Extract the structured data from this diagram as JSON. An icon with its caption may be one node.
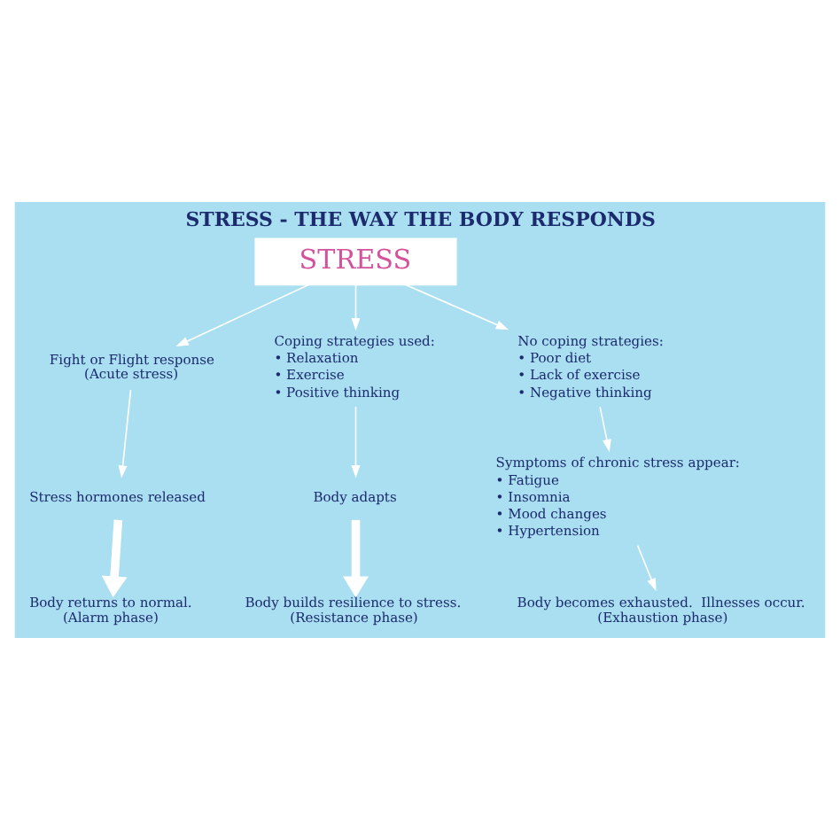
{
  "diagram": {
    "title": "STRESS - THE WAY THE BODY RESPONDS",
    "nodes": [
      {
        "text": [
          "STRESS"
        ]
      },
      {
        "text": [
          "Fight or Flight response",
          "(Acute stress)"
        ]
      },
      {
        "text": [
          "Stress hormones released"
        ]
      },
      {
        "text": [
          "Body returns to normal.",
          "(Alarm phase)"
        ]
      },
      {
        "text": [
          "Coping strategies used:",
          "• Relaxation",
          "• Exercise",
          "• Positive thinking"
        ]
      },
      {
        "text": [
          "Body adapts"
        ]
      },
      {
        "text": [
          "Body builds resilience to stress.",
          "(Resistance phase)"
        ]
      },
      {
        "text": [
          "No coping strategies:",
          "• Poor diet",
          "• Lack of exercise",
          "• Negative thinking"
        ]
      },
      {
        "text": [
          "Symptoms of chronic stress appear:",
          "• Fatigue",
          "• Insomnia",
          "• Mood changes",
          "• Hypertension"
        ]
      },
      {
        "text": [
          "Body becomes exhausted.  Illnesses occur.",
          "(Exhaustion phase)"
        ]
      }
    ],
    "edges": [
      {
        "from": 0,
        "to": 1,
        "arrow": "to"
      },
      {
        "from": 0,
        "to": 4,
        "arrow": "to"
      },
      {
        "from": 0,
        "to": 7,
        "arrow": "to"
      },
      {
        "from": 1,
        "to": 2,
        "arrow": "to"
      },
      {
        "from": 2,
        "to": 3,
        "arrow": "to",
        "style": "thick"
      },
      {
        "from": 4,
        "to": 5,
        "arrow": "to"
      },
      {
        "from": 5,
        "to": 6,
        "arrow": "to",
        "style": "thick"
      },
      {
        "from": 7,
        "to": 8,
        "arrow": "to"
      },
      {
        "from": 8,
        "to": 9,
        "arrow": "to"
      }
    ]
  }
}
